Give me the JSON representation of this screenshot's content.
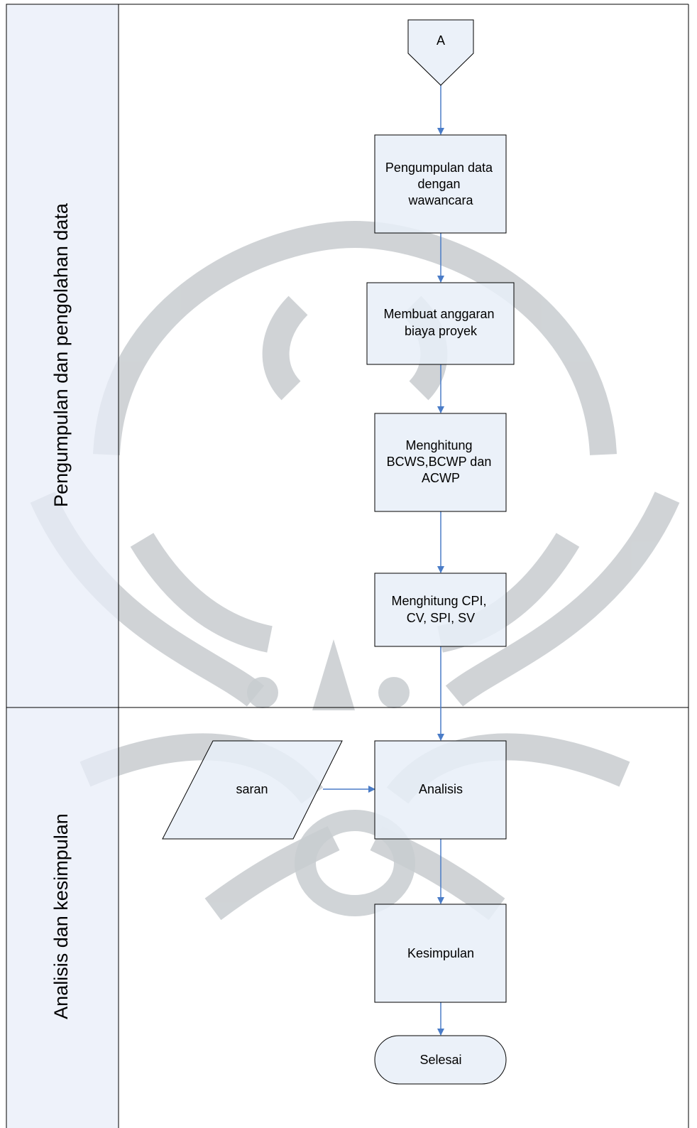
{
  "colors": {
    "lane_fill": "#e8eef8",
    "node_fill": "#e8eef8",
    "connector": "#4a7cc7",
    "border": "#000000",
    "watermark": "#c8ccd0"
  },
  "lanes": [
    {
      "id": "lane1",
      "label": "Pengumpulan dan pengolahan data"
    },
    {
      "id": "lane2",
      "label": "Analisis dan kesimpulan"
    }
  ],
  "nodes": {
    "connector_a": {
      "label": "A",
      "shape": "off-page-connector"
    },
    "pengumpulan": {
      "lines": [
        "Pengumpulan data",
        "dengan",
        "wawancara"
      ],
      "shape": "process"
    },
    "anggaran": {
      "lines": [
        "Membuat anggaran",
        "biaya proyek"
      ],
      "shape": "process"
    },
    "bcws": {
      "lines": [
        "Menghitung",
        "BCWS,BCWP dan",
        "ACWP"
      ],
      "shape": "process"
    },
    "cpi": {
      "lines": [
        "Menghitung CPI,",
        "CV, SPI, SV"
      ],
      "shape": "process"
    },
    "saran": {
      "lines": [
        "saran"
      ],
      "shape": "data"
    },
    "analisis": {
      "lines": [
        "Analisis"
      ],
      "shape": "process"
    },
    "kesimpulan": {
      "lines": [
        "Kesimpulan"
      ],
      "shape": "process"
    },
    "selesai": {
      "lines": [
        "Selesai"
      ],
      "shape": "terminator"
    }
  },
  "edges": [
    {
      "from": "connector_a",
      "to": "pengumpulan"
    },
    {
      "from": "pengumpulan",
      "to": "anggaran"
    },
    {
      "from": "anggaran",
      "to": "bcws"
    },
    {
      "from": "bcws",
      "to": "cpi"
    },
    {
      "from": "cpi",
      "to": "analisis"
    },
    {
      "from": "saran",
      "to": "analisis"
    },
    {
      "from": "analisis",
      "to": "kesimpulan"
    },
    {
      "from": "kesimpulan",
      "to": "selesai"
    }
  ]
}
